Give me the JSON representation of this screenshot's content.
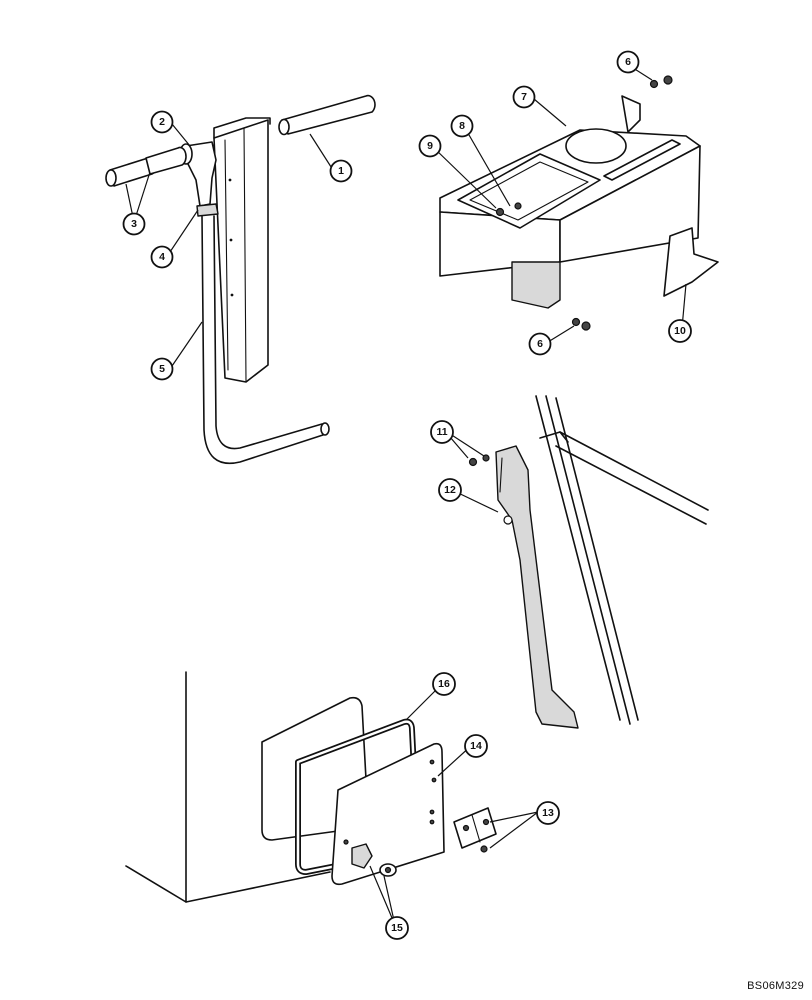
{
  "drawing_code": "BS06M329",
  "callouts": {
    "c1": "1",
    "c2": "2",
    "c3": "3",
    "c4": "4",
    "c5": "5",
    "c6a": "6",
    "c6b": "6",
    "c7": "7",
    "c8": "8",
    "c9": "9",
    "c10": "10",
    "c11": "11",
    "c12": "12",
    "c13": "13",
    "c14": "14",
    "c15": "15",
    "c16": "16"
  }
}
